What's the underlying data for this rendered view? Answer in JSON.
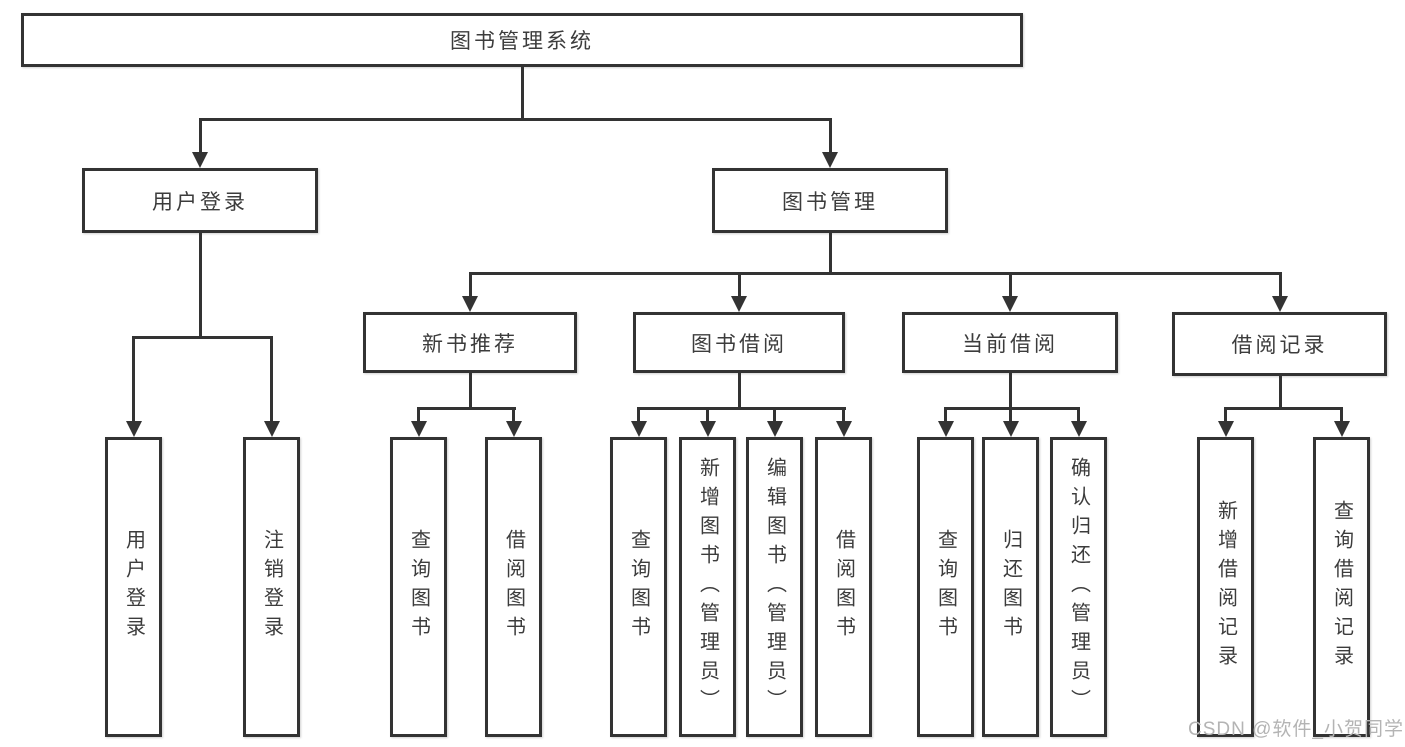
{
  "tree": {
    "root": {
      "label": "图书管理系统"
    },
    "branches": [
      {
        "label": "用户登录",
        "leaves": [
          {
            "label": "用户登录"
          },
          {
            "label": "注销登录"
          }
        ]
      },
      {
        "label": "图书管理",
        "sections": [
          {
            "label": "新书推荐",
            "leaves": [
              {
                "label": "查询图书"
              },
              {
                "label": "借阅图书"
              }
            ]
          },
          {
            "label": "图书借阅",
            "leaves": [
              {
                "label": "查询图书"
              },
              {
                "label": "新增图书（管理员）"
              },
              {
                "label": "编辑图书（管理员）"
              },
              {
                "label": "借阅图书"
              }
            ]
          },
          {
            "label": "当前借阅",
            "leaves": [
              {
                "label": "查询图书"
              },
              {
                "label": "归还图书"
              },
              {
                "label": "确认归还（管理员）"
              }
            ]
          },
          {
            "label": "借阅记录",
            "leaves": [
              {
                "label": "新增借阅记录"
              },
              {
                "label": "查询借阅记录"
              }
            ]
          }
        ]
      }
    ]
  },
  "watermark": {
    "text": "CSDN @软件_小贺同学"
  },
  "colors": {
    "line": "#333333",
    "text": "#3c3c3c",
    "box_background": "#ffffff",
    "watermark": "#b4b4b4",
    "page_background": "#ffffff"
  }
}
